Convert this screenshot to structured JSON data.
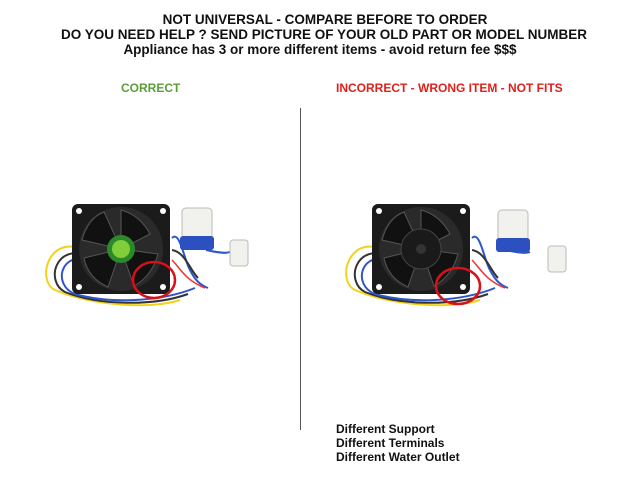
{
  "header": {
    "line1": "NOT UNIVERSAL - COMPARE BEFORE TO ORDER",
    "line2": "DO YOU NEED HELP ? SEND PICTURE OF YOUR OLD PART OR MODEL NUMBER",
    "line3": "Appliance has 3 or more different items  - avoid return fee $$$"
  },
  "labels": {
    "correct": "CORRECT",
    "incorrect": "INCORRECT - WRONG ITEM - NOT FITS"
  },
  "notes": [
    "Different Support",
    "Different Terminals",
    "Different Water Outlet"
  ],
  "colors": {
    "correct": "#5a9e3a",
    "incorrect": "#e0201b",
    "highlight_circle": "#d8101a",
    "text": "#111111"
  },
  "icons": {
    "left": "fan-with-connector-correct",
    "right": "fan-with-connector-incorrect"
  }
}
